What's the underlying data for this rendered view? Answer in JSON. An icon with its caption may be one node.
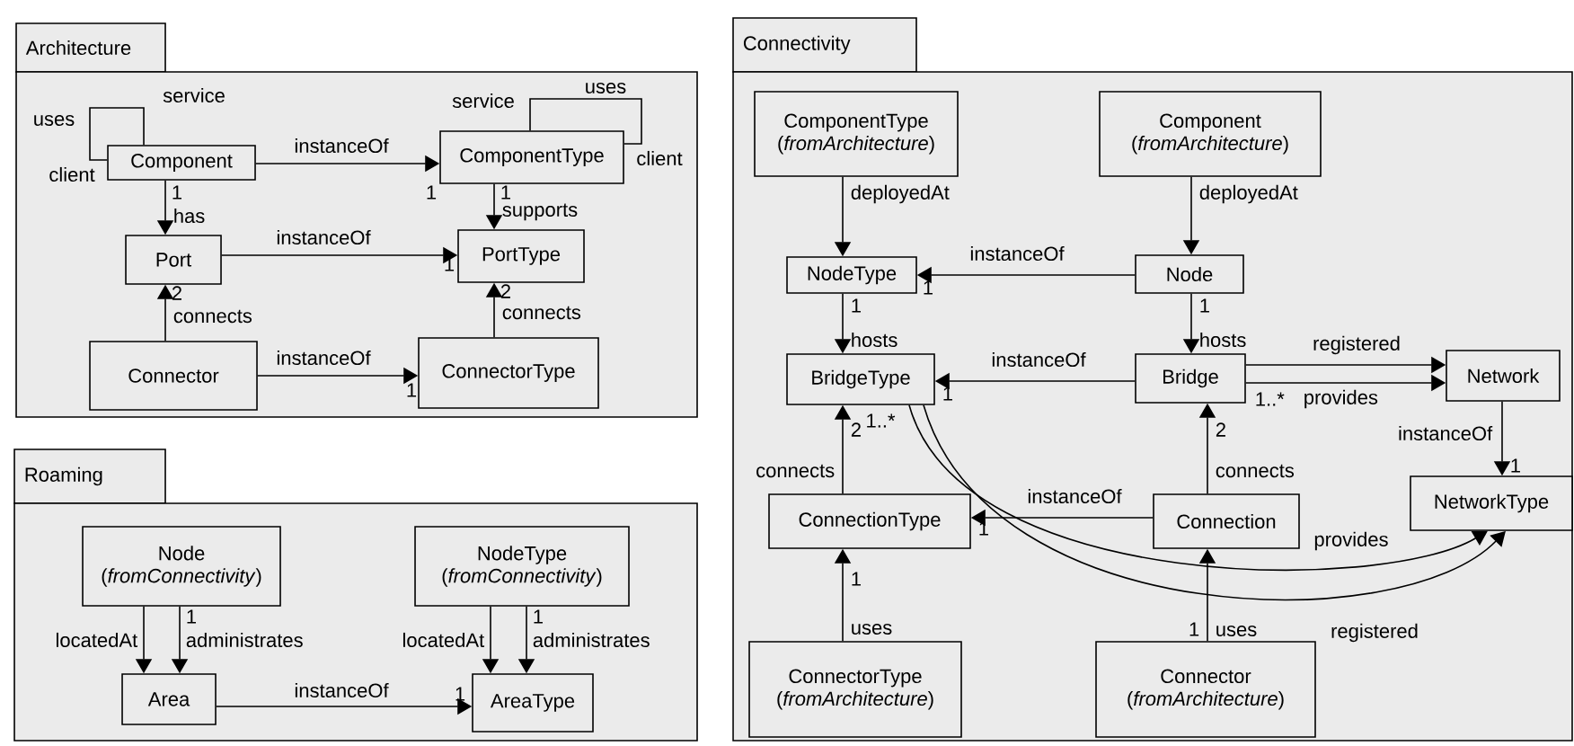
{
  "diagram": {
    "nodes": [
      {
        "text": [
          "Architecture"
        ]
      },
      {
        "text": [
          "Component"
        ],
        "in": 0
      },
      {
        "text": [
          "ComponentType"
        ],
        "in": 0
      },
      {
        "text": [
          "Port"
        ],
        "in": 0
      },
      {
        "text": [
          "PortType"
        ],
        "in": 0
      },
      {
        "text": [
          "Connector"
        ],
        "in": 0
      },
      {
        "text": [
          "ConnectorType"
        ],
        "in": 0
      },
      {
        "text": [
          "Roaming"
        ]
      },
      {
        "text": [
          "Node",
          "(*fromConnectivity*)"
        ],
        "in": 7
      },
      {
        "text": [
          "NodeType",
          "(*fromConnectivity*)"
        ],
        "in": 7
      },
      {
        "text": [
          "Area"
        ],
        "in": 7
      },
      {
        "text": [
          "AreaType"
        ],
        "in": 7
      },
      {
        "text": [
          "Connectivity"
        ]
      },
      {
        "text": [
          "ComponentType",
          "(*fromArchitecture*)"
        ],
        "in": 12
      },
      {
        "text": [
          "Component",
          "(*fromArchitecture*)"
        ],
        "in": 12
      },
      {
        "text": [
          "NodeType"
        ],
        "in": 12
      },
      {
        "text": [
          "Node"
        ],
        "in": 12
      },
      {
        "text": [
          "BridgeType"
        ],
        "in": 12
      },
      {
        "text": [
          "Bridge"
        ],
        "in": 12
      },
      {
        "text": [
          "Network"
        ],
        "in": 12
      },
      {
        "text": [
          "ConnectionType"
        ],
        "in": 12
      },
      {
        "text": [
          "Connection"
        ],
        "in": 12
      },
      {
        "text": [
          "NetworkType"
        ],
        "in": 12
      },
      {
        "text": [
          "ConnectorType",
          "(*fromArchitecture*)"
        ],
        "in": 12
      },
      {
        "text": [
          "Connector",
          "(*fromArchitecture*)"
        ],
        "in": 12
      }
    ],
    "edges": [
      {
        "from": 1,
        "to": 1,
        "arrow": "none",
        "label": "uses"
      },
      {
        "from": 1,
        "to": 2,
        "arrow": "to",
        "label": "instanceOf"
      },
      {
        "from": 2,
        "to": 2,
        "arrow": "none",
        "label": "uses"
      },
      {
        "from": 1,
        "to": 3,
        "arrow": "to",
        "label": "has"
      },
      {
        "from": 3,
        "to": 4,
        "arrow": "to",
        "label": "instanceOf"
      },
      {
        "from": 2,
        "to": 4,
        "arrow": "to",
        "label": "supports"
      },
      {
        "from": 5,
        "to": 3,
        "arrow": "to",
        "label": "connects"
      },
      {
        "from": 5,
        "to": 6,
        "arrow": "to",
        "label": "instanceOf"
      },
      {
        "from": 6,
        "to": 4,
        "arrow": "to",
        "label": "connects"
      },
      {
        "from": 8,
        "to": 10,
        "arrow": "to",
        "label": "locatedAt"
      },
      {
        "from": 8,
        "to": 10,
        "arrow": "to",
        "label": "administrates"
      },
      {
        "from": 9,
        "to": 11,
        "arrow": "to",
        "label": "locatedAt"
      },
      {
        "from": 9,
        "to": 11,
        "arrow": "to",
        "label": "administrates"
      },
      {
        "from": 10,
        "to": 11,
        "arrow": "to",
        "label": "instanceOf"
      },
      {
        "from": 13,
        "to": 15,
        "arrow": "to",
        "label": "deployedAt"
      },
      {
        "from": 14,
        "to": 16,
        "arrow": "to",
        "label": "deployedAt"
      },
      {
        "from": 16,
        "to": 15,
        "arrow": "to",
        "label": "instanceOf"
      },
      {
        "from": 15,
        "to": 17,
        "arrow": "to",
        "label": "hosts"
      },
      {
        "from": 16,
        "to": 18,
        "arrow": "to",
        "label": "hosts"
      },
      {
        "from": 18,
        "to": 17,
        "arrow": "to",
        "label": "instanceOf"
      },
      {
        "from": 18,
        "to": 19,
        "arrow": "to",
        "label": "registered"
      },
      {
        "from": 18,
        "to": 19,
        "arrow": "to",
        "label": "provides"
      },
      {
        "from": 19,
        "to": 22,
        "arrow": "to",
        "label": "instanceOf"
      },
      {
        "from": 21,
        "to": 18,
        "arrow": "to",
        "label": "connects"
      },
      {
        "from": 20,
        "to": 17,
        "arrow": "to",
        "label": "connects"
      },
      {
        "from": 21,
        "to": 20,
        "arrow": "to",
        "label": "instanceOf"
      },
      {
        "from": 23,
        "to": 20,
        "arrow": "to",
        "label": "uses"
      },
      {
        "from": 24,
        "to": 21,
        "arrow": "to",
        "label": "uses"
      },
      {
        "from": 17,
        "to": 22,
        "arrow": "to",
        "label": "provides"
      },
      {
        "from": 17,
        "to": 22,
        "arrow": "to",
        "label": "registered"
      }
    ],
    "labels": [
      "service",
      "service",
      "client",
      "1",
      "client",
      "1",
      "1",
      "1",
      "2",
      "2",
      "1",
      "1",
      "1",
      "1",
      "1",
      "1",
      "1",
      "1",
      "1..*",
      "1..*",
      "2",
      "2",
      "1",
      "1",
      "1",
      "1"
    ]
  }
}
